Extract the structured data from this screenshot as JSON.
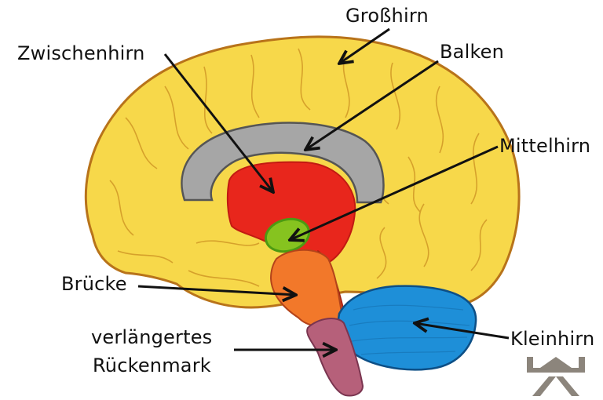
{
  "title": "Gehirn – Aufbau (Medianschnitt)",
  "labels": {
    "grosshirn": "Großhirn",
    "balken": "Balken",
    "zwischenhirn": "Zwischenhirn",
    "mittelhirn": "Mittelhirn",
    "bruecke": "Brücke",
    "verlaengertes_line1": "verlängertes",
    "verlaengertes_line2": "Rückenmark",
    "kleinhirn": "Kleinhirn"
  },
  "colors": {
    "grosshirn": "#f7d84a",
    "grosshirn_outline": "#b8731a",
    "balken": "#a6a6a6",
    "zwischenhirn": "#e8261c",
    "mittelhirn": "#86c31f",
    "bruecke": "#f2782a",
    "verlaengertes_rueckenmark": "#b6607a",
    "kleinhirn": "#1e8fd8",
    "logo": "#8c857c"
  },
  "logo": {
    "icon": "publisher-logo-icon"
  }
}
